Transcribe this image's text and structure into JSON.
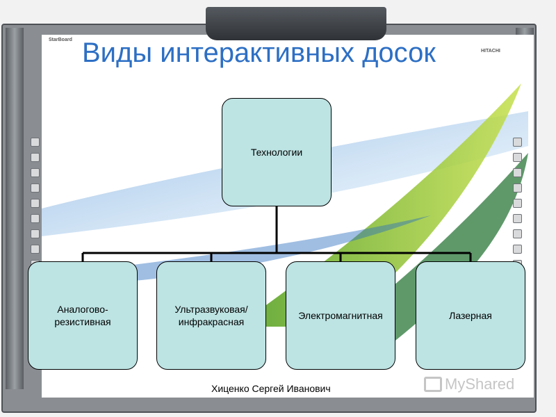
{
  "title": "Виды интерактивных досок",
  "board": {
    "brand_left": "StarBoard",
    "brand_right": "HITACHI"
  },
  "diagram": {
    "root": "Технологии",
    "children": [
      {
        "label": "Аналогово-\nрезистивная"
      },
      {
        "label": "Ультразвуковая/\nинфракрасная"
      },
      {
        "label": "Электромагнитная"
      },
      {
        "label": "Лазерная"
      }
    ]
  },
  "footer": {
    "author": "Хиценко Сергей Иванович"
  },
  "watermark": {
    "text": "MyShared"
  },
  "colors": {
    "title": "#2d6fc4",
    "node_fill": "#bde3e3"
  }
}
